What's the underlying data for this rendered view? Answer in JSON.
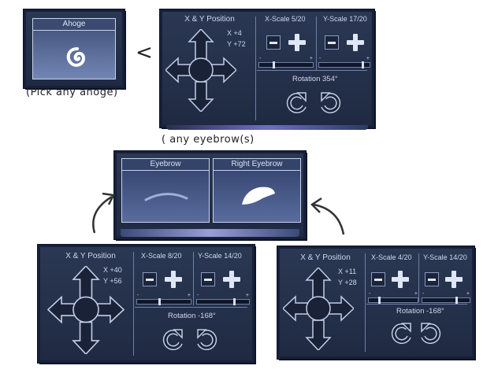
{
  "ahoge_panel": {
    "title": "Ahoge",
    "caption": "(Pick any ahoge)",
    "arrow": "<"
  },
  "top_controls": {
    "xy_title": "X & Y Position",
    "x_value": "X +4",
    "y_value": "Y +72",
    "xscale_label": "X-Scale 5/20",
    "yscale_label": "Y-Scale 17/20",
    "rotation_label": "Rotation 354°",
    "xscale_fraction": 0.25,
    "yscale_fraction": 0.85
  },
  "eyebrow_caption": "( any eyebrow(s)",
  "eyebrow_panel": {
    "left_title": "Eyebrow",
    "right_title": "Right Eyebrow"
  },
  "bottom_left_controls": {
    "xy_title": "X & Y Position",
    "x_value": "X +40",
    "y_value": "Y +56",
    "xscale_label": "X-Scale 8/20",
    "yscale_label": "Y-Scale 14/20",
    "rotation_label": "Rotation -168°",
    "xscale_fraction": 0.4,
    "yscale_fraction": 0.7
  },
  "bottom_right_controls": {
    "xy_title": "X & Y Position",
    "x_value": "X +11",
    "y_value": "Y +28",
    "xscale_label": "X-Scale 4/20",
    "yscale_label": "Y-Scale 14/20",
    "rotation_label": "Rotation -168°",
    "xscale_fraction": 0.2,
    "yscale_fraction": 0.7
  },
  "slider_marks": {
    "minus": "-",
    "plus": "+"
  },
  "icons": [
    "arrow-cross-icon",
    "minus-icon",
    "plus-icon",
    "rotate-ccw-icon",
    "rotate-cw-icon",
    "spiral-ahoge-icon",
    "curved-arrow-icon"
  ],
  "colors": {
    "panel": "#1f2a42",
    "border": "#16203a",
    "glow": "#6d6fc0",
    "text": "#cdd7ee"
  }
}
